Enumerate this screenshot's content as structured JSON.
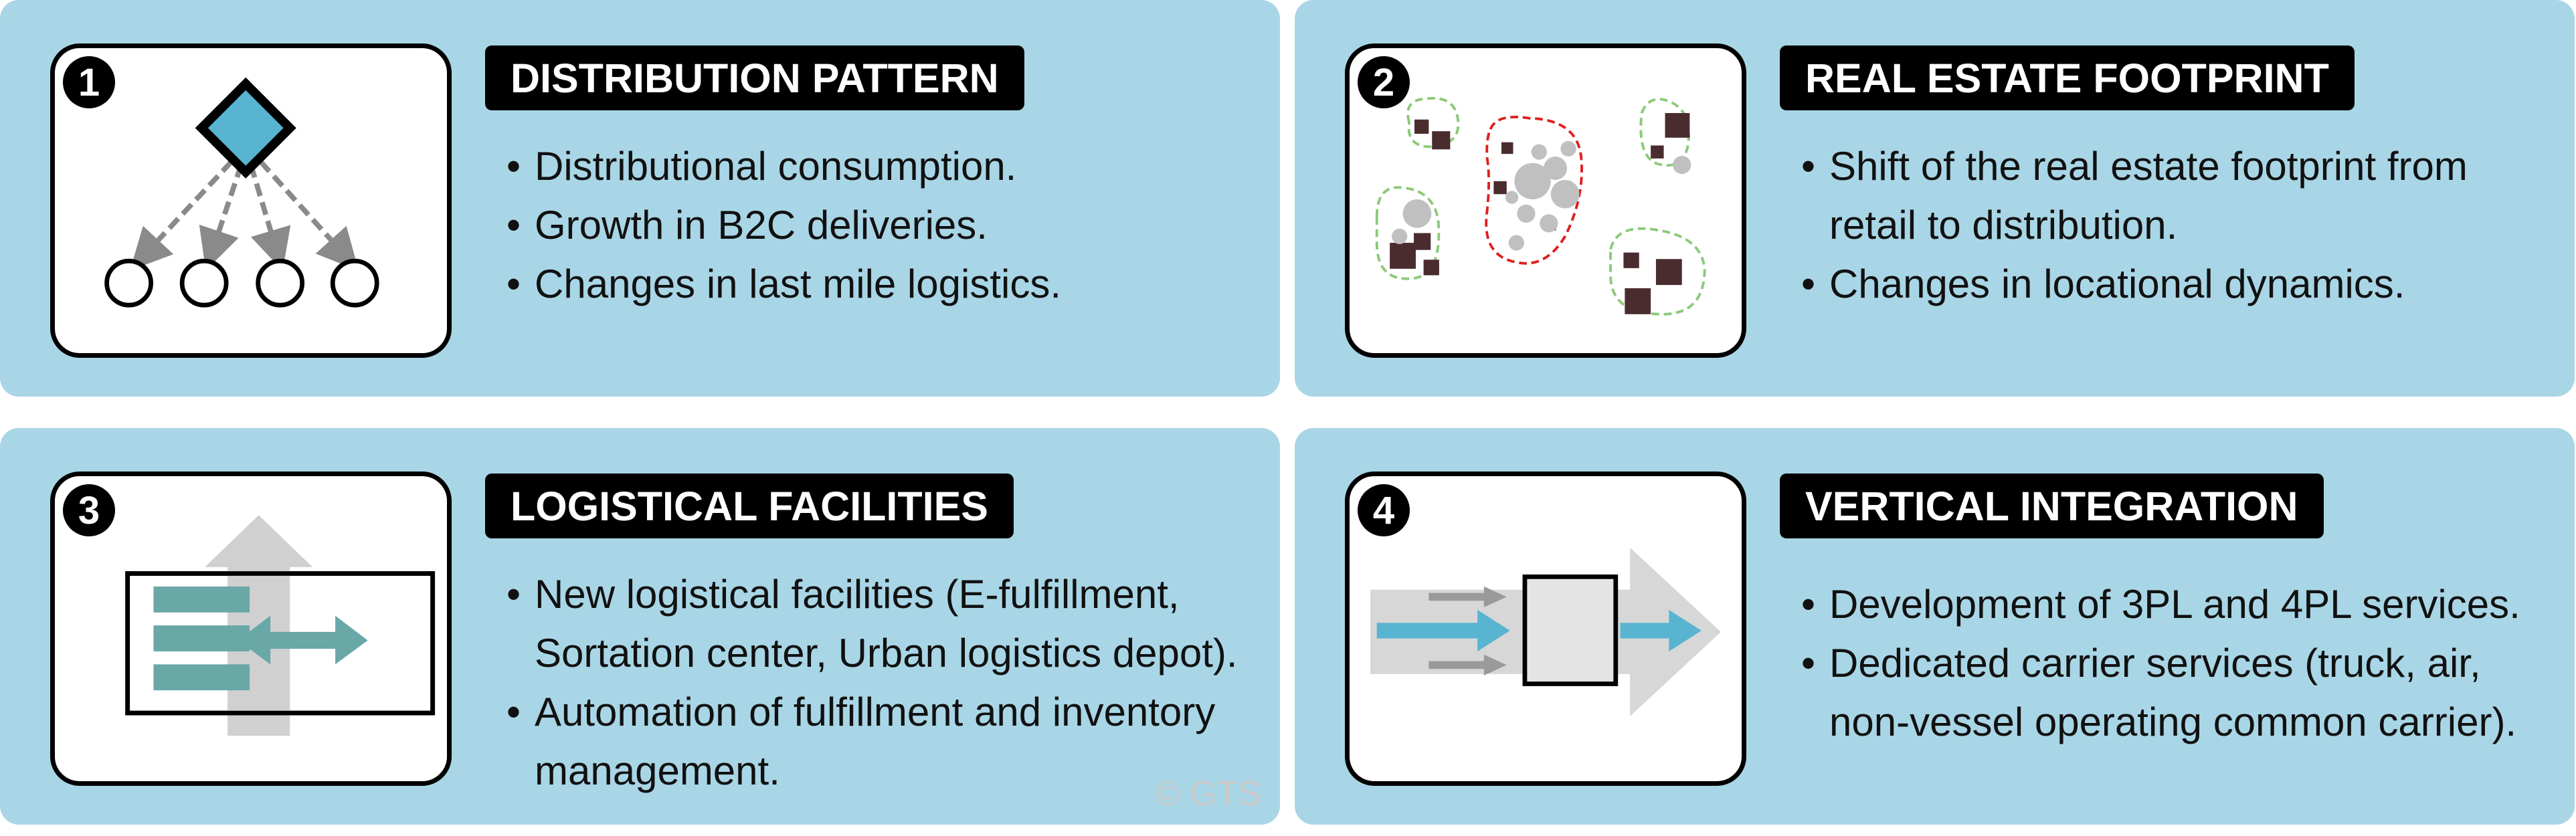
{
  "panels": [
    {
      "number": "1",
      "title": "DISTRIBUTION PATTERN",
      "bullets": [
        "Distributional consumption.",
        "Growth in B2C deliveries.",
        "Changes in last mile logistics."
      ]
    },
    {
      "number": "2",
      "title": "REAL ESTATE FOOTPRINT",
      "bullets": [
        "Shift of the real estate footprint from retail to distribution.",
        "Changes in locational dynamics."
      ]
    },
    {
      "number": "3",
      "title": "LOGISTICAL FACILITIES",
      "bullets": [
        "New logistical facilities (E-fulfillment, Sortation center, Urban logistics depot).",
        "Automation of fulfillment and inventory management."
      ]
    },
    {
      "number": "4",
      "title": "VERTICAL INTEGRATION",
      "bullets": [
        "Development of 3PL and 4PL services.",
        "Dedicated carrier services (truck, air, non-vessel operating common carrier)."
      ]
    }
  ],
  "copyright": "© GTS",
  "colors": {
    "panel_bg": "#a9d6e6",
    "accent_blue": "#58b4d1",
    "teal": "#6aa7a7",
    "dark_brown": "#4a2c2f",
    "red_dashed": "#e02020",
    "green_dashed": "#8cc97a",
    "gray": "#999999"
  },
  "icons": [
    "distribution-network-icon",
    "real-estate-clusters-icon",
    "logistics-facility-icon",
    "vertical-integration-icon"
  ]
}
